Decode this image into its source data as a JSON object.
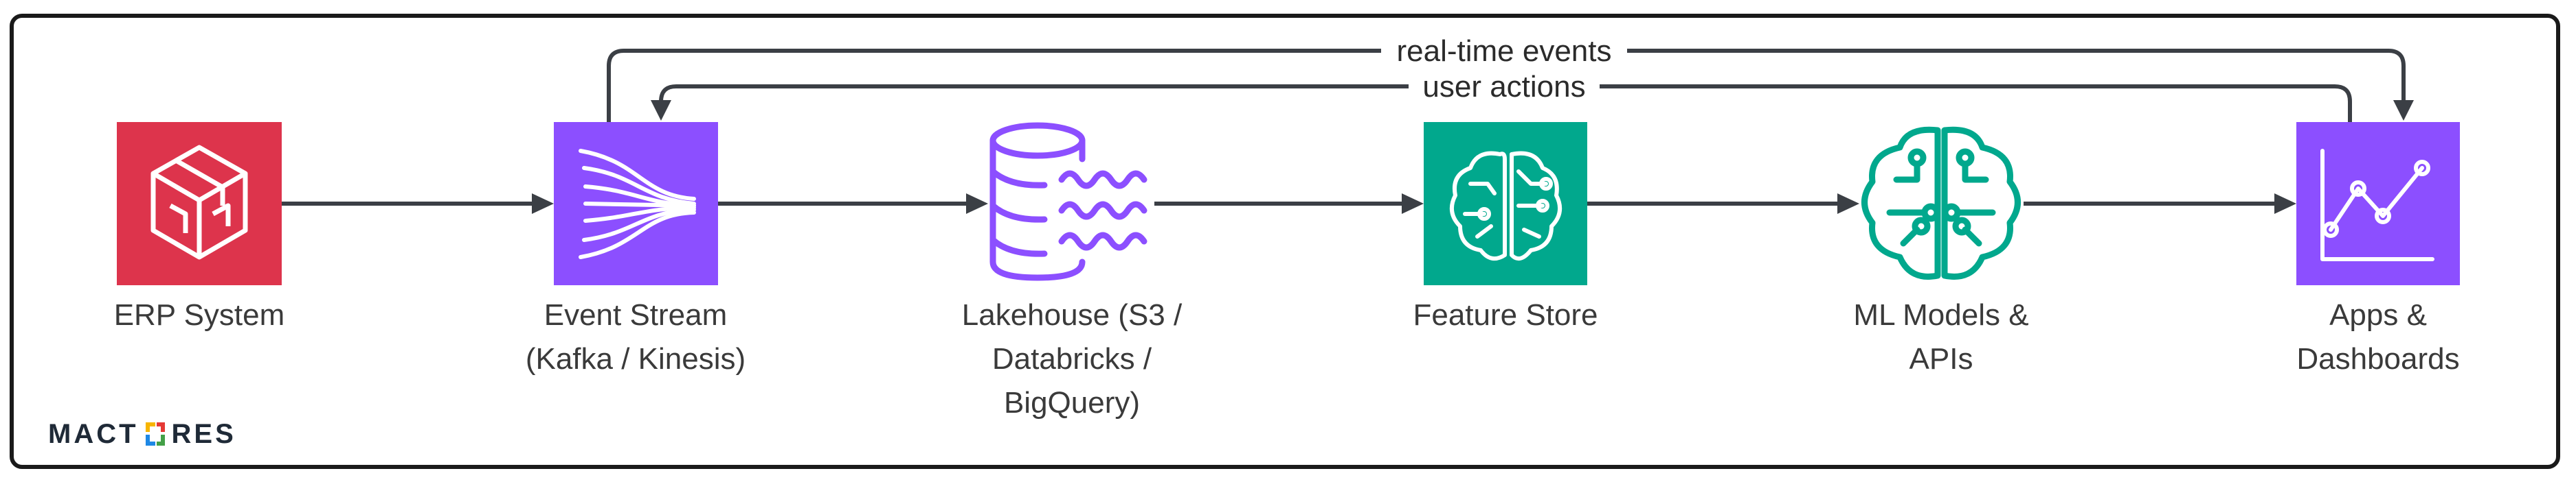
{
  "nodes": [
    {
      "id": "erp",
      "label": "ERP System",
      "color": "#dd344c",
      "icon": "cube-icon"
    },
    {
      "id": "stream",
      "label": "Event Stream\n(Kafka / Kinesis)",
      "color": "#8c4fff",
      "icon": "stream-icon"
    },
    {
      "id": "lake",
      "label": "Lakehouse (S3 /\nDatabricks /\nBigQuery)",
      "color": "#8c4fff",
      "icon": "database-icon"
    },
    {
      "id": "feature",
      "label": "Feature Store",
      "color": "#01a88d",
      "icon": "brain-circuit-icon"
    },
    {
      "id": "ml",
      "label": "ML Models &\nAPIs",
      "color": "#01a88d",
      "icon": "brain-icon"
    },
    {
      "id": "apps",
      "label": "Apps &\nDashboards",
      "color": "#8c4fff",
      "icon": "chart-icon"
    }
  ],
  "edges": [
    {
      "from": "erp",
      "to": "stream",
      "label": ""
    },
    {
      "from": "stream",
      "to": "lake",
      "label": ""
    },
    {
      "from": "lake",
      "to": "feature",
      "label": ""
    },
    {
      "from": "feature",
      "to": "ml",
      "label": ""
    },
    {
      "from": "ml",
      "to": "apps",
      "label": ""
    },
    {
      "from": "stream",
      "to": "apps",
      "label": "real-time events"
    },
    {
      "from": "apps",
      "to": "stream",
      "label": "user actions"
    }
  ],
  "logo": {
    "text_left": "MACT",
    "text_right": "RES",
    "icon": "logo-o-icon"
  },
  "colors": {
    "line": "#3b3f45"
  }
}
